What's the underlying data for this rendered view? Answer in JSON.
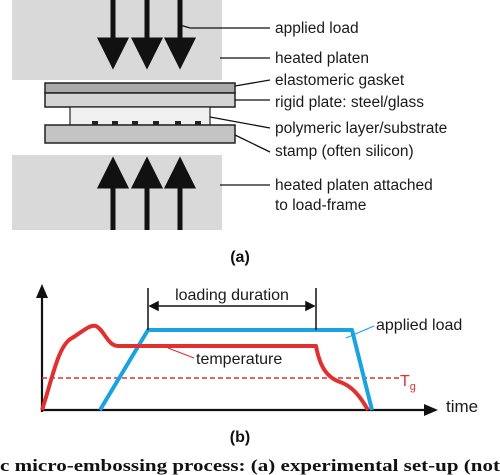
{
  "figure_a": {
    "labels": {
      "applied_load": "applied load",
      "heated_platen": "heated platen",
      "elastomeric_gasket": "elastomeric gasket",
      "rigid_plate": "rigid plate: steel/glass",
      "polymeric_layer": "polymeric layer/substrate",
      "stamp": "stamp (often silicon)",
      "heated_platen_frame_line1": "heated platen attached",
      "heated_platen_frame_line2": "to load-frame"
    },
    "sublabel": "(a)"
  },
  "figure_b": {
    "labels": {
      "loading_duration": "loading duration",
      "applied_load": "applied load",
      "temperature": "temperature",
      "tg_main": "T",
      "tg_sub": "g",
      "time": "time"
    },
    "sublabel": "(b)"
  },
  "colors": {
    "platen": "#d9d9d9",
    "gasket": "#a9a9a9",
    "rigid_plate": "#d4d4d4",
    "polymer": "#f0f0f0",
    "stamp": "#c4c4c4",
    "temperature_curve": "#e03030",
    "applied_load_curve": "#1aa3e0",
    "tg_line": "#e03030"
  },
  "caption": "c micro-embossing process: (a) experimental set-up (not"
}
